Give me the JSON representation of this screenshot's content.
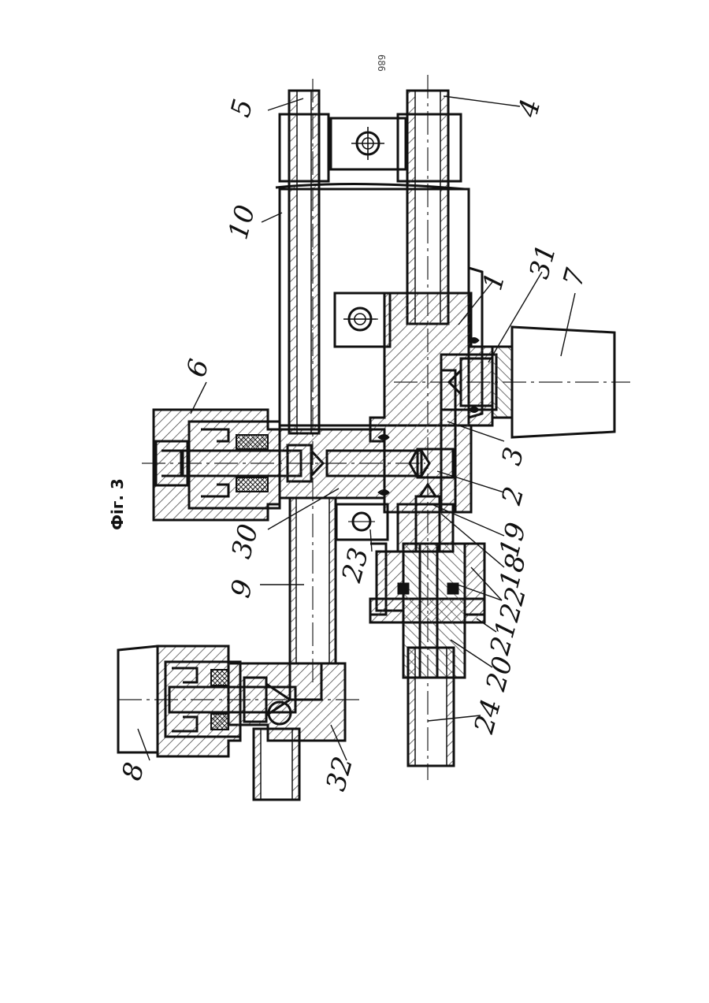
{
  "page_number": "686",
  "figure_label": "Фіг. 3",
  "callouts": [
    "5",
    "4",
    "10",
    "1",
    "31",
    "7",
    "6",
    "3",
    "2",
    "19",
    "18",
    "22",
    "21",
    "20",
    "24",
    "30",
    "9",
    "23",
    "8",
    "32"
  ],
  "colors": {
    "ink": "#111111",
    "paper": "#ffffff",
    "hatch": "#333333"
  }
}
